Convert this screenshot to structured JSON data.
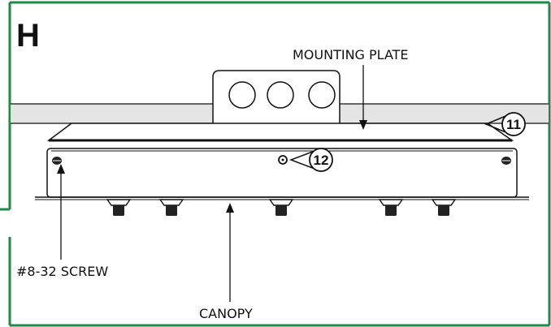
{
  "panel": {
    "letter": "H",
    "border_color": "#1e8a48"
  },
  "labels": {
    "mounting_plate": "MOUNTING PLATE",
    "screw": "#8-32 SCREW",
    "canopy": "CANOPY"
  },
  "callouts": [
    {
      "number": "11"
    },
    {
      "number": "12"
    }
  ]
}
